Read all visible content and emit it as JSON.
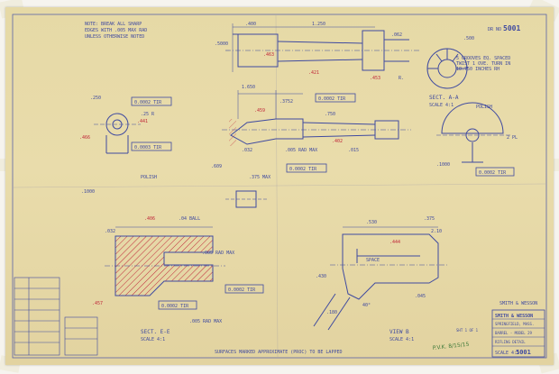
{
  "sheet": {
    "sheet_no": "5001",
    "sheet_count": "SHT 1 OF 1",
    "company": "SMITH & WESSON",
    "dwg_label": "DR NO",
    "general_notes": [
      "NOTE: BREAK ALL SHARP",
      "EDGES WITH .005 MAX RAD",
      "UNLESS OTHERWISE NOTED"
    ],
    "finish_note": "SURFACES MARKED APPROXIMATE (PROC) TO BE LAPPED",
    "section_label": "SECT. E-E",
    "section_scale": "SCALE 4:1",
    "view_label": "VIEW B",
    "view_scale": "SCALE 4:1",
    "end_view_label": "SECT. A-A",
    "end_view_scale": "SCALE 4:1",
    "grooves_note": [
      "5 GROOVES EQ. SPACED",
      "TWIST 1 OVE. TURN IN",
      "18.750 INCHES RH"
    ],
    "polish_note": "POLISH",
    "radius_note": ".005 RAD MAX",
    "handwritten": "P.V.K. 8/15/15"
  },
  "dimensions": {
    "d1": ".400",
    "d2": "1.250",
    "d3": ".5000",
    "d4": ".500",
    "d5": ".062",
    "d6": ".250",
    "d7": ".375",
    "d8": "1.650",
    "d9": ".3752",
    "d10": ".005 RAD MAX",
    "d11": ".609",
    "d12": ".015",
    "d13": ".032",
    "d14": ".750",
    "d15": ".1000",
    "d16": ".25 R",
    "d17": "R.",
    "d18": "2 PL",
    "d19": ".375 MAX",
    "d20": ".04 BALL",
    "d21": ".005 RAD MAX",
    "d22": ".530",
    "d23": ".430",
    "d24": ".180",
    "d25": ".045",
    "d26": "40°",
    "d27": "SPACE",
    "d28": ".1000",
    "d29": ".032",
    "d30": "2.10"
  },
  "callouts": {
    "c1": "0.0002 TIR",
    "c2": "0.0003 TIR",
    "c3": "0.0002 TIR",
    "c4": "0.0002 TIR",
    "c5": "0.0002 TIR",
    "c6": "0.0002 TIR",
    "c7": "0.0002 TIR"
  },
  "red_marks": {
    "r1": ".463",
    "r2": ".453",
    "r3": ".421",
    "r4": ".466",
    "r5": ".441",
    "r6": ".459",
    "r7": ".402",
    "r8": ".406",
    "r9": ".457",
    "r10": ".444"
  },
  "title_block": {
    "rows": [
      "SMITH & WESSON",
      "SPRINGFIELD, MASS.",
      "BARREL - MODEL 29",
      "RIFLING DETAIL",
      "SCALE 4:1"
    ]
  },
  "colors": {
    "paper": "#e6d9a6",
    "ink": "#3f4aa0",
    "ink_red": "#c0283a",
    "ink_green": "#3f7a3a"
  }
}
